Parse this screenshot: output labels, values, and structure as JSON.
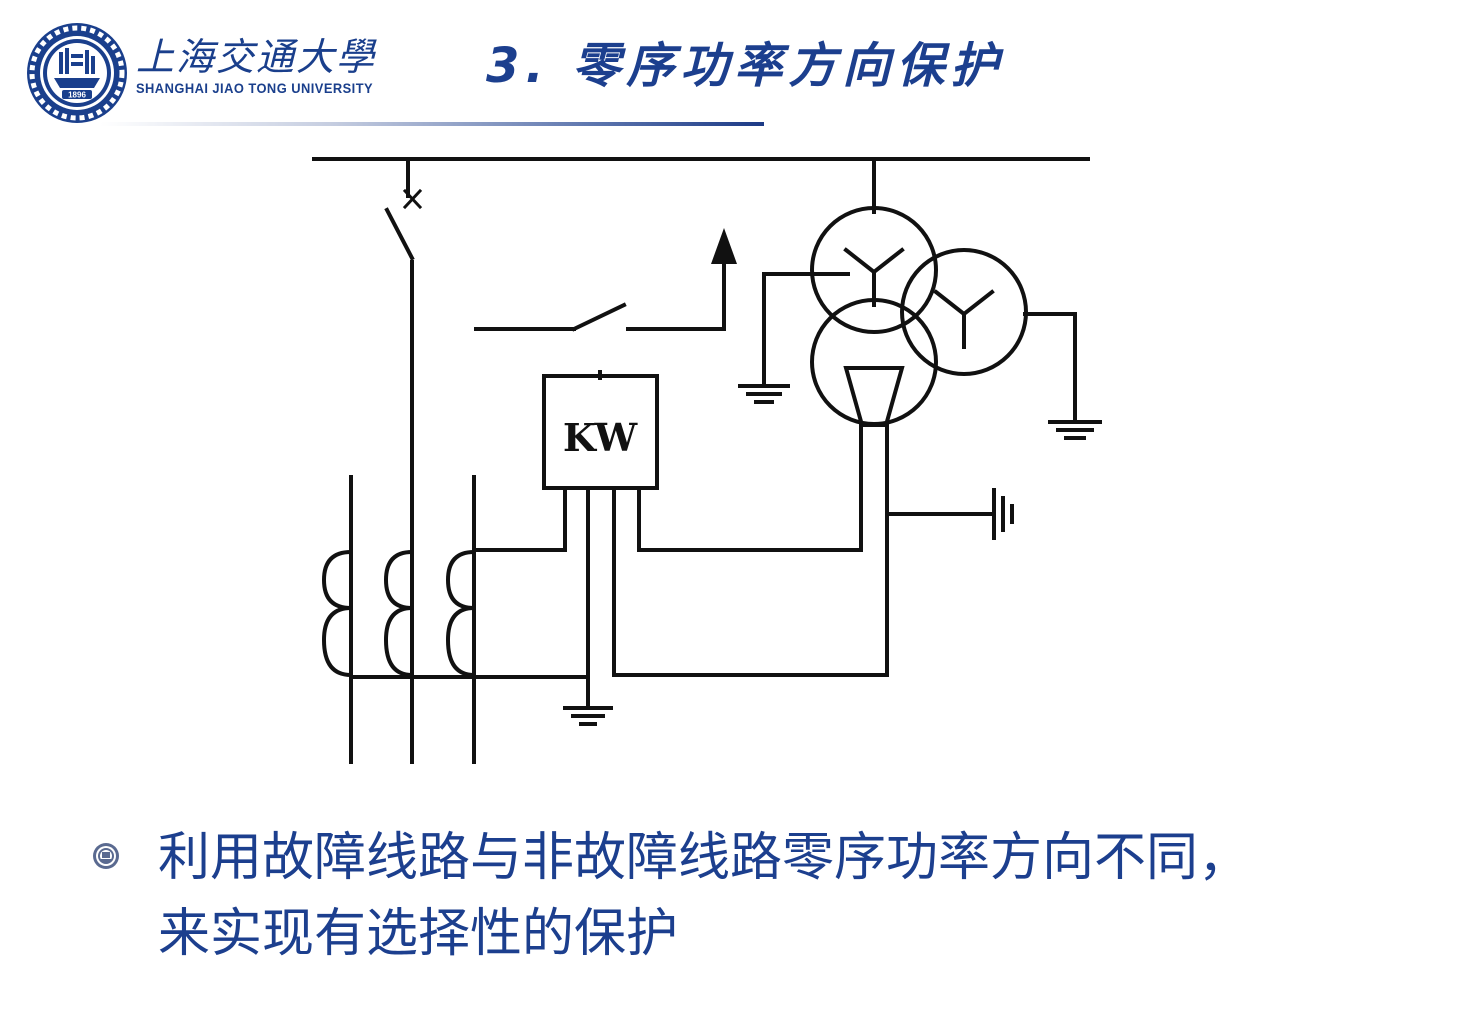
{
  "header": {
    "logo_cn": "上海交通大學",
    "logo_en": "SHANGHAI   JIAO TONG   UNIVERSITY",
    "logo_year": "1896",
    "title": "3. 零序功率方向保护"
  },
  "diagram": {
    "relay_label": "KW"
  },
  "bullet": {
    "line1": "利用故障线路与非故障线路零序功率方向不同，",
    "line2": "来实现有选择性的保护"
  },
  "colors": {
    "brand_blue": "#1c3f8e",
    "line": "#111111"
  }
}
